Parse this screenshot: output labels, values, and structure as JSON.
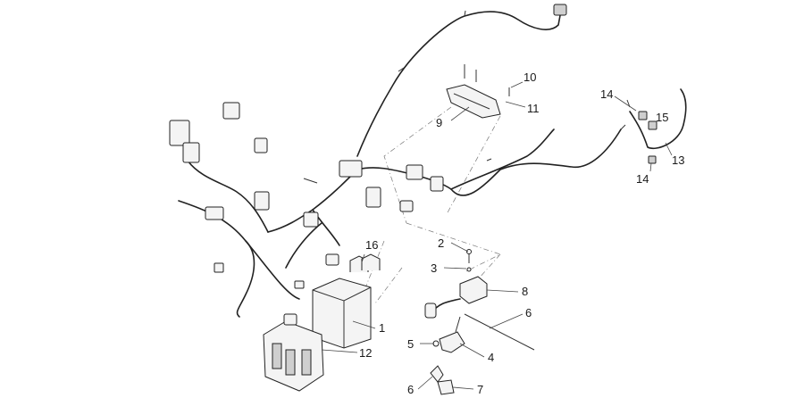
{
  "labels": [
    "1",
    "2",
    "3",
    "4",
    "5",
    "6",
    "6",
    "7",
    "8",
    "9",
    "10",
    "11",
    "12",
    "13",
    "14",
    "14",
    "15",
    "16"
  ]
}
